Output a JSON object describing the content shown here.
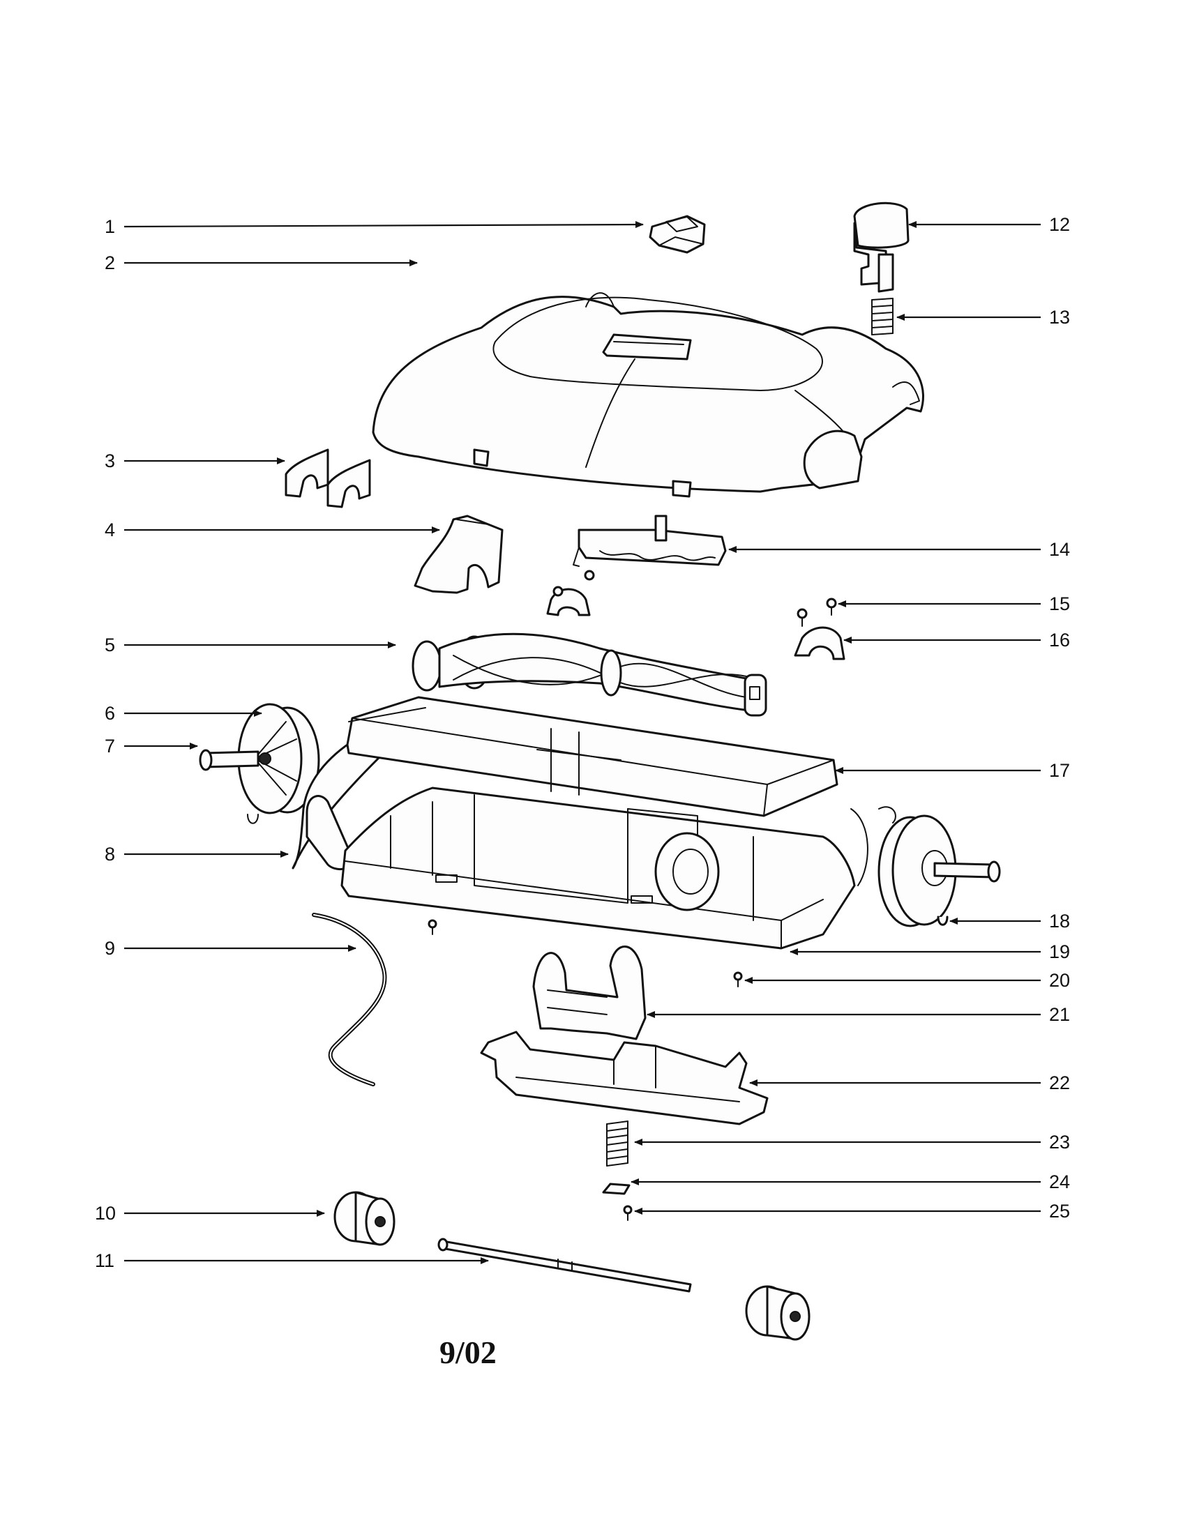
{
  "diagram": {
    "callouts": [
      {
        "label": "1"
      },
      {
        "label": "2"
      },
      {
        "label": "3"
      },
      {
        "label": "4"
      },
      {
        "label": "5"
      },
      {
        "label": "6"
      },
      {
        "label": "7"
      },
      {
        "label": "8"
      },
      {
        "label": "9"
      },
      {
        "label": "10"
      },
      {
        "label": "11"
      },
      {
        "label": "12"
      },
      {
        "label": "13"
      },
      {
        "label": "14"
      },
      {
        "label": "15"
      },
      {
        "label": "16"
      },
      {
        "label": "17"
      },
      {
        "label": "18"
      },
      {
        "label": "19"
      },
      {
        "label": "20"
      },
      {
        "label": "21"
      },
      {
        "label": "22"
      },
      {
        "label": "23"
      },
      {
        "label": "24"
      },
      {
        "label": "25"
      }
    ],
    "date_mark": "9/02"
  }
}
